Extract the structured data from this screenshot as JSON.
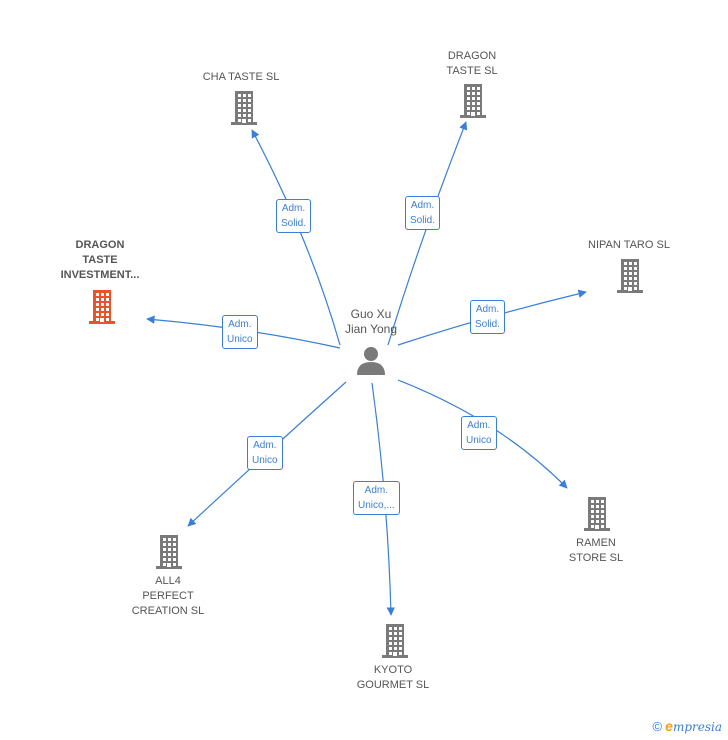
{
  "center": {
    "label_line1": "Guo Xu",
    "label_line2": "Jian Yong"
  },
  "companies": [
    {
      "key": "cha_taste",
      "lines": [
        "CHA TASTE  SL"
      ],
      "highlight": false
    },
    {
      "key": "dragon_taste_sl",
      "lines": [
        "DRAGON",
        "TASTE  SL"
      ],
      "highlight": false
    },
    {
      "key": "nipan_taro",
      "lines": [
        "NIPAN TARO SL"
      ],
      "highlight": false
    },
    {
      "key": "dragon_taste_investment",
      "lines": [
        "DRAGON",
        "TASTE",
        "INVESTMENT..."
      ],
      "highlight": true
    },
    {
      "key": "ramen_store",
      "lines": [
        "RAMEN",
        "STORE  SL"
      ],
      "highlight": false
    },
    {
      "key": "all4_perfect",
      "lines": [
        "ALL4",
        "PERFECT",
        "CREATION  SL"
      ],
      "highlight": false
    },
    {
      "key": "kyoto_gourmet",
      "lines": [
        "KYOTO",
        "GOURMET SL"
      ],
      "highlight": false
    }
  ],
  "relations": [
    {
      "target": "cha_taste",
      "lines": [
        "Adm.",
        "Solid."
      ]
    },
    {
      "target": "dragon_taste_sl",
      "lines": [
        "Adm.",
        "Solid."
      ]
    },
    {
      "target": "nipan_taro",
      "lines": [
        "Adm.",
        "Solid."
      ]
    },
    {
      "target": "dragon_taste_investment",
      "lines": [
        "Adm.",
        "Unico"
      ]
    },
    {
      "target": "ramen_store",
      "lines": [
        "Adm.",
        "Unico"
      ]
    },
    {
      "target": "all4_perfect",
      "lines": [
        "Adm.",
        "Unico"
      ]
    },
    {
      "target": "kyoto_gourmet",
      "lines": [
        "Adm.",
        "Unico,..."
      ]
    }
  ],
  "colors": {
    "edge": "#3a7fd5",
    "building": "#7a7a7a",
    "building_highlight": "#e8532b",
    "person": "#7a7a7a"
  },
  "footer": {
    "copyright_symbol": "©",
    "brand_first": "e",
    "brand_rest": "mpresia"
  }
}
